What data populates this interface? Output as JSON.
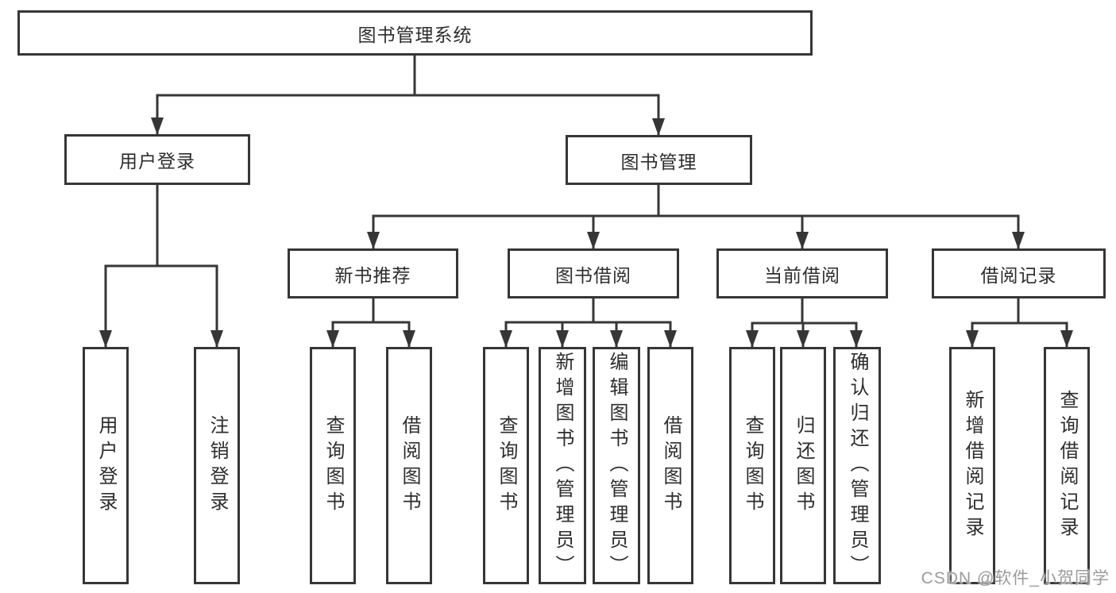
{
  "watermark": "CSDN @软件_小贺同学",
  "colors": {
    "line": "#363636",
    "box_background": "#ffffff",
    "text": "#2d2d2d",
    "watermark": "#9b9b9b"
  },
  "tree": {
    "root": "图书管理系统",
    "branches": [
      {
        "label": "用户登录",
        "children": [
          "用户登录",
          "注销登录"
        ]
      },
      {
        "label": "图书管理",
        "groups": [
          {
            "label": "新书推荐",
            "children": [
              "查询图书",
              "借阅图书"
            ]
          },
          {
            "label": "图书借阅",
            "children": [
              "查询图书",
              "新增图书（管理员）",
              "编辑图书（管理员）",
              "借阅图书"
            ]
          },
          {
            "label": "当前借阅",
            "children": [
              "查询图书",
              "归还图书",
              "确认归还（管理员）"
            ]
          },
          {
            "label": "借阅记录",
            "children": [
              "新增借阅记录",
              "查询借阅记录"
            ]
          }
        ]
      }
    ]
  }
}
